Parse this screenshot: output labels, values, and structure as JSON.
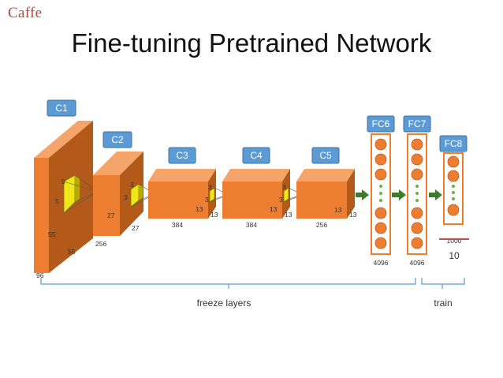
{
  "header": {
    "brand": "Caffe",
    "title": "Fine-tuning Pretrained Network"
  },
  "layers": {
    "c1": {
      "label": "C1",
      "kernel_a": "5",
      "kernel_b": "5",
      "dim_a": "55",
      "dim_b": "55",
      "depth": "96"
    },
    "c2": {
      "label": "C2",
      "kernel_a": "3",
      "kernel_b": "3",
      "dim_a": "27",
      "dim_b": "27",
      "depth": "256"
    },
    "c3": {
      "label": "C3",
      "kernel_a": "3",
      "kernel_b": "3",
      "dim_a": "13",
      "dim_b": "13",
      "depth": "384"
    },
    "c4": {
      "label": "C4",
      "kernel_a": "3",
      "kernel_b": "3",
      "dim_a": "13",
      "dim_b": "13",
      "depth": "384"
    },
    "c5": {
      "label": "C5",
      "dim_a": "13",
      "dim_b": "13",
      "depth": "256"
    },
    "fc6": {
      "label": "FC6",
      "units": "4096"
    },
    "fc7": {
      "label": "FC7",
      "units": "4096"
    },
    "fc8": {
      "label": "FC8",
      "old_units": "1000",
      "new_units": "10"
    }
  },
  "braces": {
    "freeze": "freeze layers",
    "train": "train"
  },
  "colors": {
    "layer": "#ec7d31",
    "tag": "#5b9bd5",
    "kernel": "#f2e61b",
    "arrow": "#3c7d2c",
    "brand": "#b0493a"
  }
}
